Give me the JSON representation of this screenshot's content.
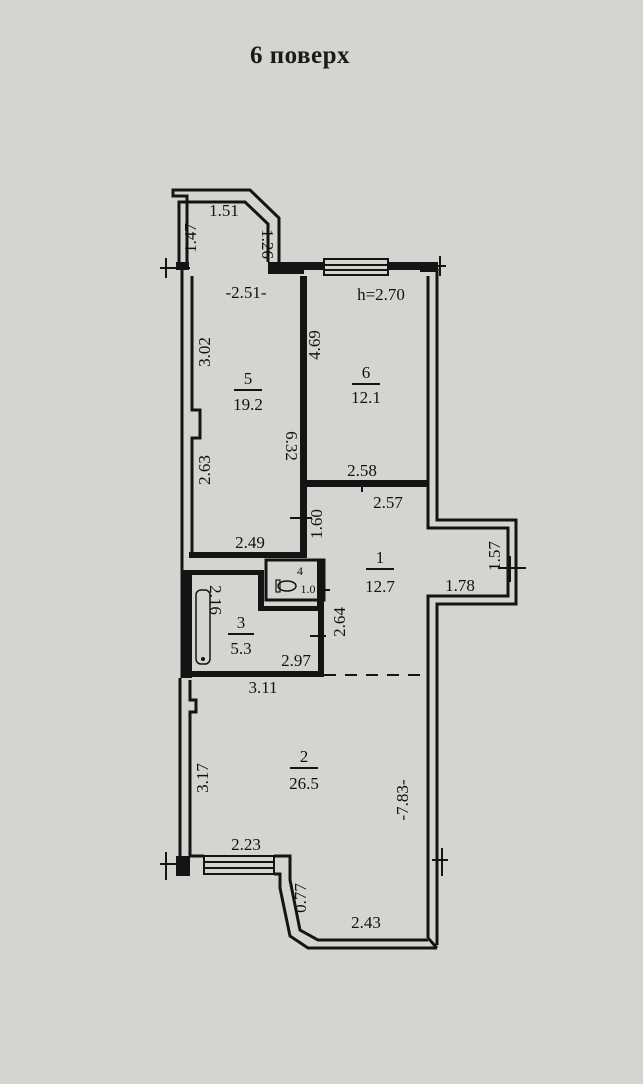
{
  "title": "6 поверх",
  "ceiling_height": "h=2.70",
  "rooms": [
    {
      "number": "1",
      "area": "12.7"
    },
    {
      "number": "2",
      "area": "26.5"
    },
    {
      "number": "3",
      "area": "5.3"
    },
    {
      "number": "4",
      "area": "1.0"
    },
    {
      "number": "5",
      "area": "19.2"
    },
    {
      "number": "6",
      "area": "12.1"
    }
  ],
  "dimensions": {
    "balcony_top": "1.51",
    "balcony_left": "1.47",
    "balcony_right": "1.26",
    "room5_width_top": "-2.51-",
    "room5_left_upper": "3.02",
    "room5_left_lower": "2.63",
    "room5_right": "6.32",
    "room5_bottom": "2.49",
    "room6_left": "4.69",
    "room6_bottom": "2.58",
    "hall_top": "2.57",
    "hall_left": "1.60",
    "hall_right_width": "1.78",
    "hall_right_depth": "1.57",
    "bath_left": "2.16",
    "bath_bottom": "2.97",
    "bath_right": "2.64",
    "room2_top": "3.11",
    "room2_left": "3.17",
    "room2_right": "-7.83-",
    "room2_window": "2.23",
    "room2_bay_side": "0.77",
    "room2_bottom": "2.43"
  }
}
